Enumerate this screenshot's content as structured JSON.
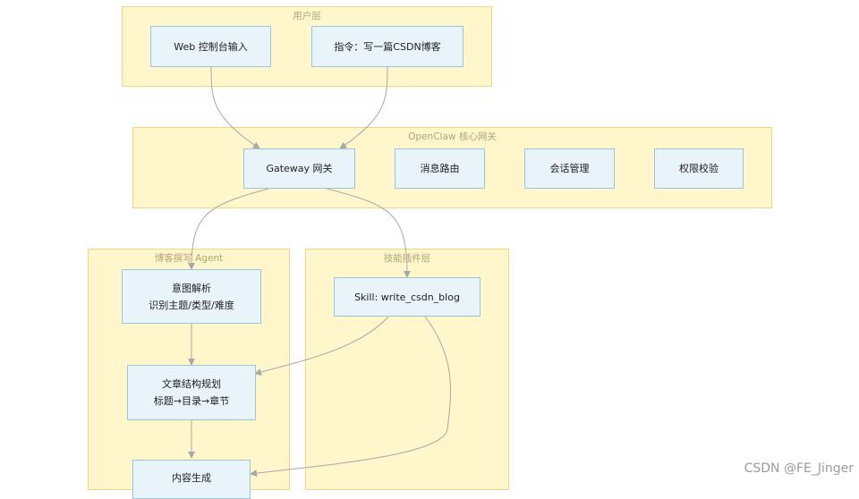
{
  "clusters": {
    "user_layer": "用户层",
    "core": "OpenClaw 核心网关",
    "agent": "博客撰写 Agent",
    "plugin": "技能插件层"
  },
  "nodes": {
    "web_input": "Web 控制台输入",
    "instruction": "指令：写一篇CSDN博客",
    "gateway": "Gateway 网关",
    "msg_routing": "消息路由",
    "session_mgmt": "会话管理",
    "permission": "权限校验",
    "intent_title": "意图解析",
    "intent_detail": "识别主题/类型/难度",
    "structure_title": "文章结构规划",
    "structure_detail": "标题→目录→章节",
    "content_gen": "内容生成",
    "skill": "Skill: write_csdn_blog"
  },
  "colors": {
    "cluster_fill": "#fff6cc",
    "cluster_border": "#f0d585",
    "node_fill": "#e8f3fa",
    "node_border": "#9cc6de",
    "edge": "#a8a8a8"
  },
  "watermark": "CSDN @FE_Jinger"
}
